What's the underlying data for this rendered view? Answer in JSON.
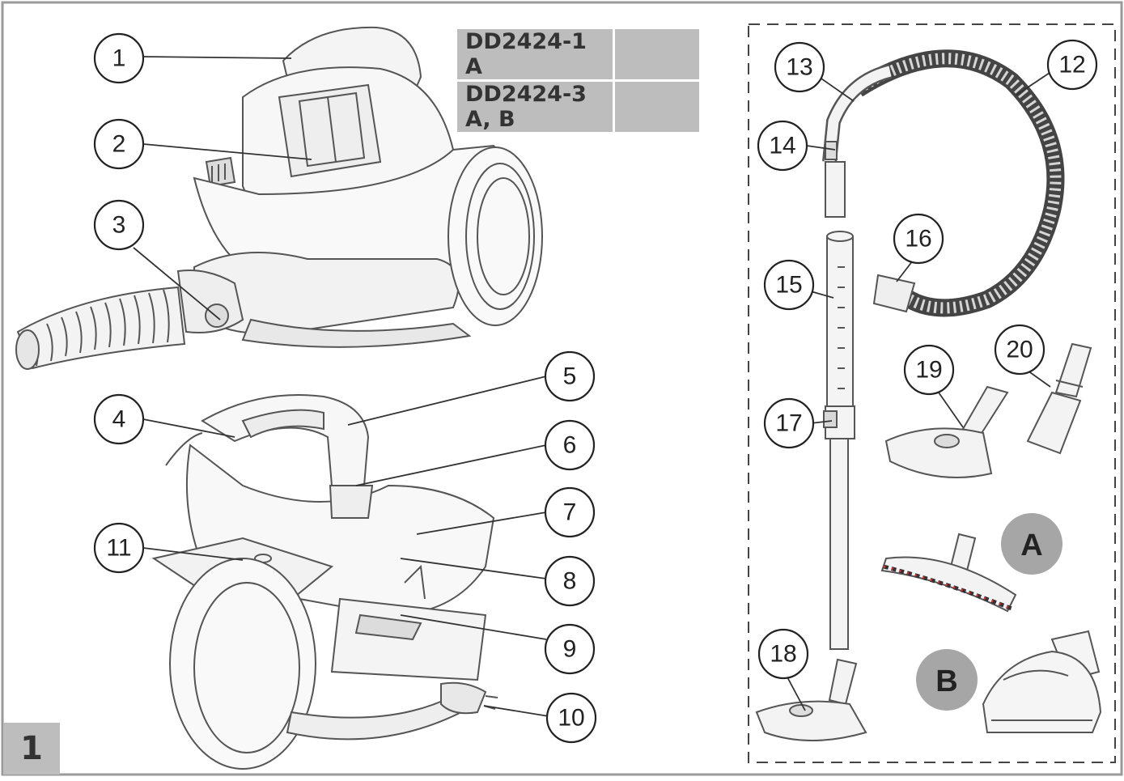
{
  "models": [
    {
      "label": "DD2424-1 A"
    },
    {
      "label": "DD2424-3 A, B"
    }
  ],
  "figure_number": "1",
  "callouts": [
    "1",
    "2",
    "3",
    "4",
    "5",
    "6",
    "7",
    "8",
    "9",
    "10",
    "11",
    "12",
    "13",
    "14",
    "15",
    "16",
    "17",
    "18",
    "19",
    "20"
  ],
  "variant_badges": [
    "A",
    "B"
  ],
  "colors": {
    "line": "#333333",
    "badge_fill": "#a6a6a6",
    "table_fill": "#bdbdbd",
    "accent_red": "#e03030"
  }
}
